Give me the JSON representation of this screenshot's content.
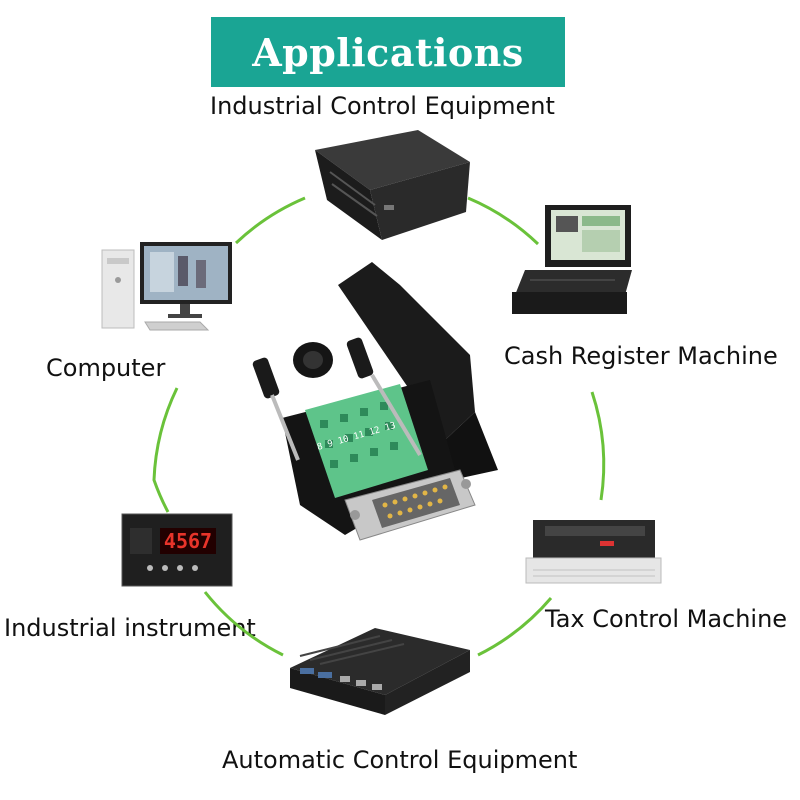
{
  "header": {
    "title": "Applications"
  },
  "labels": {
    "top": "Industrial Control Equipment",
    "computer": "Computer",
    "cash_register": "Cash Register Machine",
    "industrial_instrument": "Industrial instrument",
    "tax_control": "Tax Control Machine",
    "bottom": "Automatic Control Equipment"
  },
  "instrument": {
    "display_value": "4567"
  },
  "connector": {
    "pin_numbers": "8 9 10 11 12 13"
  },
  "colors": {
    "banner": "#1aa594",
    "circle": "#6ac23a",
    "terminal": "#5ec48a",
    "display": "#e8342a"
  }
}
